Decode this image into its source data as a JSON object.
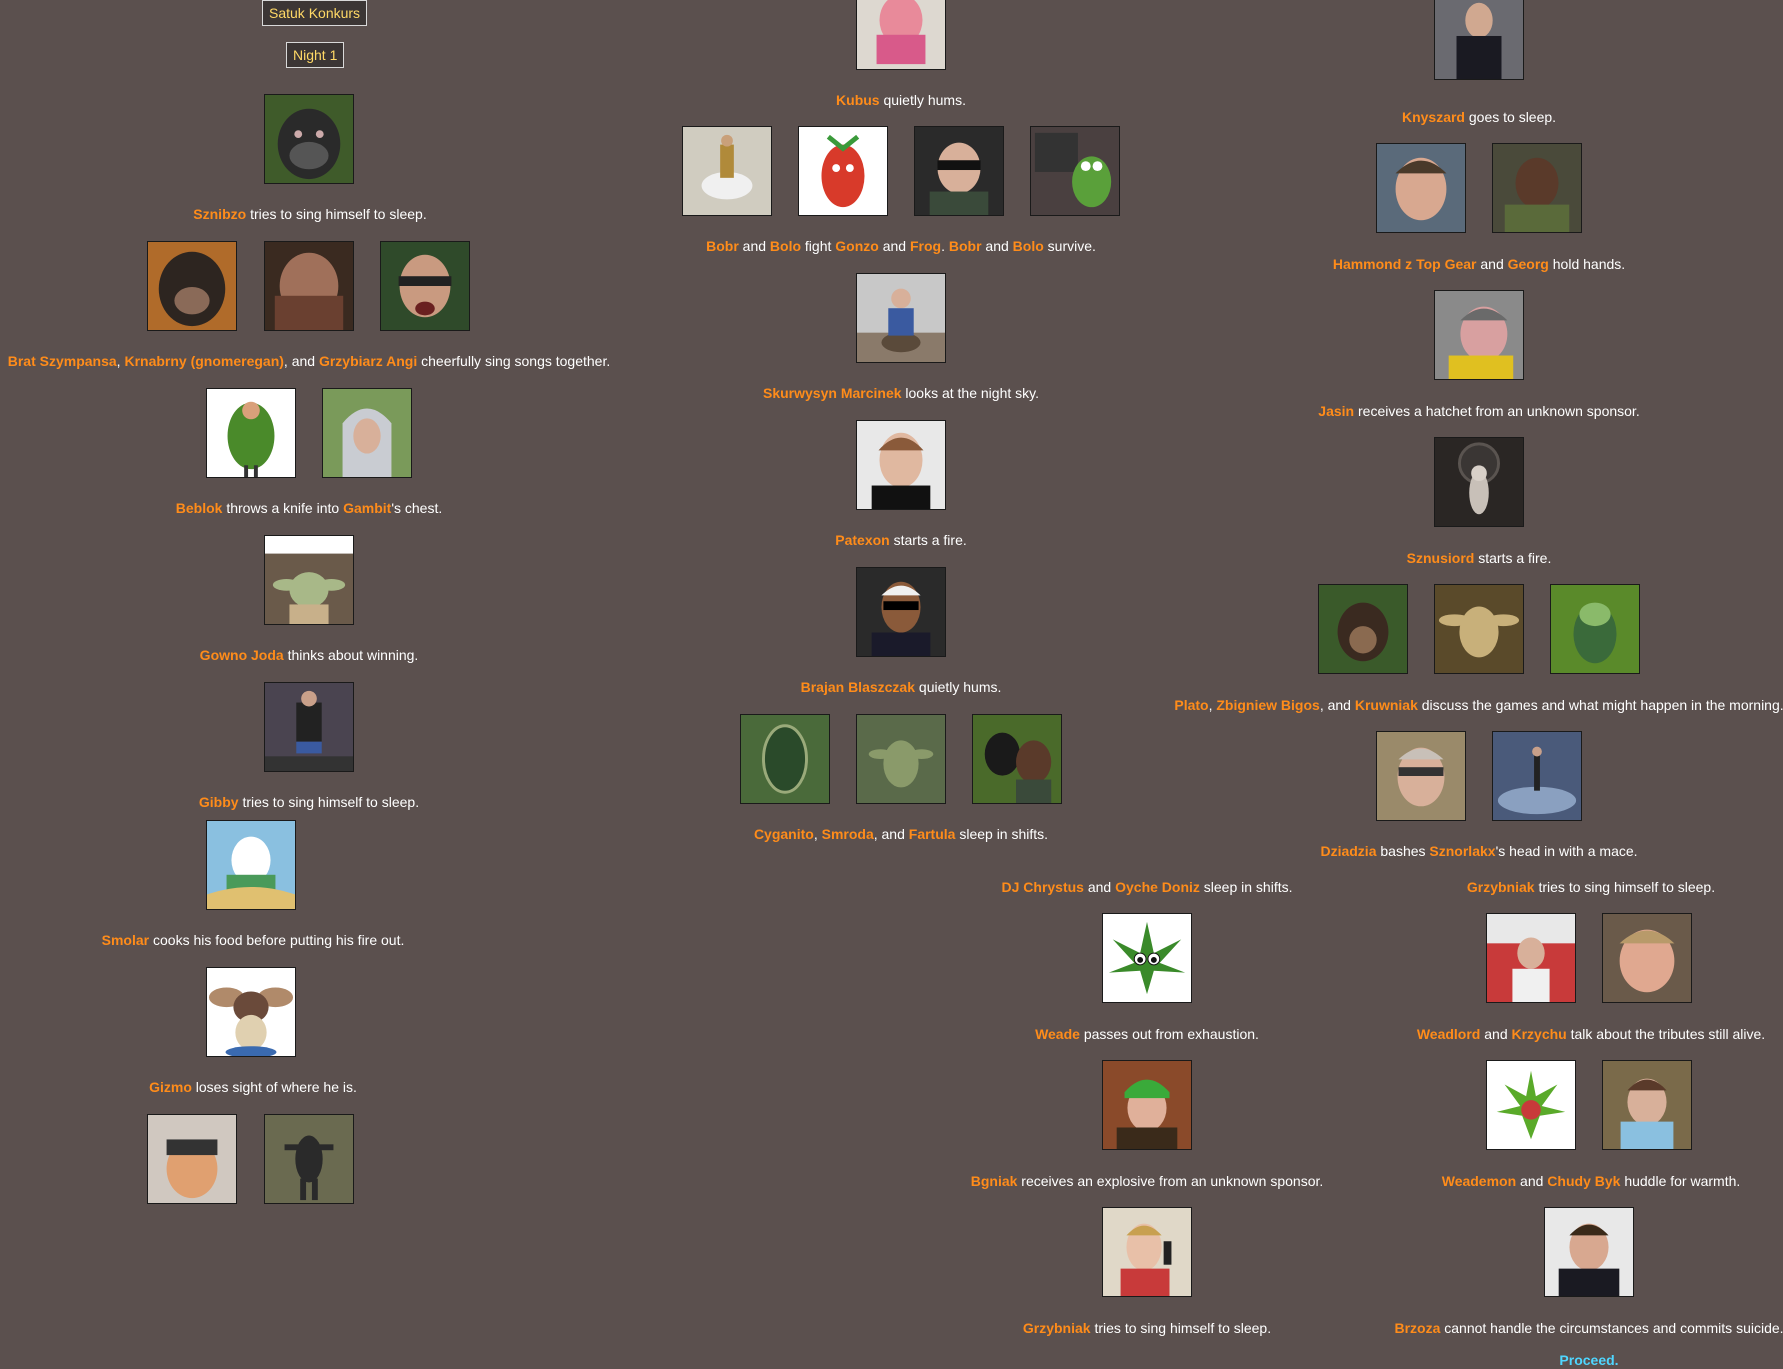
{
  "header": {
    "game_title": "Satuk Konkurs",
    "phase": "Night 1"
  },
  "events": {
    "e1": {
      "a": "Sznibzo",
      "t1": " tries to sing himself to sleep."
    },
    "e2": {
      "a": "Brat Szympansa",
      "s1": ", ",
      "b": "Krnabrny (gnomeregan)",
      "s2": ", and ",
      "c": "Grzybiarz Angi",
      "t1": " cheerfully sing songs together."
    },
    "e3": {
      "a": "Beblok",
      "t1": " throws a knife into ",
      "b": "Gambit",
      "t2": "'s chest."
    },
    "e4": {
      "a": "Gowno Joda",
      "t1": " thinks about winning."
    },
    "e5": {
      "a": "Gibby",
      "t1": " tries to sing himself to sleep."
    },
    "e6": {
      "a": "Smolar",
      "t1": " cooks his food before putting his fire out."
    },
    "e7": {
      "a": "Gizmo",
      "t1": " loses sight of where he is."
    },
    "e8": {
      "a": "Kubus",
      "t1": " quietly hums."
    },
    "e9": {
      "a": "Bobr",
      "s1": " and ",
      "b": "Bolo",
      "s2": " fight ",
      "c": "Gonzo",
      "s3": " and ",
      "d": "Frog",
      "s4": ". ",
      "e": "Bobr",
      "s5": " and ",
      "f": "Bolo",
      "t1": " survive."
    },
    "e10": {
      "a": "Skurwysyn Marcinek",
      "t1": " looks at the night sky."
    },
    "e11": {
      "a": "Patexon",
      "t1": " starts a fire."
    },
    "e12": {
      "a": "Brajan Blaszczak",
      "t1": " quietly hums."
    },
    "e13": {
      "a": "Cyganito",
      "s1": ", ",
      "b": "Smroda",
      "s2": ", and ",
      "c": "Fartula",
      "t1": " sleep in shifts."
    },
    "e14": {
      "a": "DJ Chrystus",
      "s1": " and ",
      "b": "Oyche Doniz",
      "t1": " sleep in shifts."
    },
    "e15": {
      "a": "Weade",
      "t1": " passes out from exhaustion."
    },
    "e16": {
      "a": "Bgniak",
      "t1": " receives an explosive from an unknown sponsor."
    },
    "e17": {
      "a": "Grzybniak",
      "t1": " tries to sing himself to sleep."
    },
    "e18": {
      "a": "Knyszard",
      "t1": " goes to sleep."
    },
    "e19": {
      "a": "Hammond z Top Gear",
      "s1": " and ",
      "b": "Georg",
      "t1": " hold hands."
    },
    "e20": {
      "a": "Jasin",
      "t1": " receives a hatchet from an unknown sponsor."
    },
    "e21": {
      "a": "Sznusiord",
      "t1": " starts a fire."
    },
    "e22": {
      "a": "Plato",
      "s1": ", ",
      "b": "Zbigniew Bigos",
      "s2": ", and ",
      "c": "Kruwniak",
      "t1": " discuss the games and what might happen in the morning."
    },
    "e23": {
      "a": "Dziadzia",
      "t1": " bashes ",
      "b": "Sznorlakx",
      "t2": "'s head in with a mace."
    },
    "e24": {
      "a": "Grzybniak",
      "t1": " tries to sing himself to sleep."
    },
    "e25": {
      "a": "Weadlord",
      "s1": " and ",
      "b": "Krzychu",
      "t1": " talk about the tributes still alive."
    },
    "e26": {
      "a": "Weademon",
      "s1": " and ",
      "b": "Chudy Byk",
      "t1": " huddle for warmth."
    },
    "e27": {
      "a": "Brzoza",
      "t1": " cannot handle the circumstances and commits suicide."
    }
  },
  "proceed_label": "Proceed.",
  "colors": {
    "background": "#5b504e",
    "name": "#ff8c1a",
    "title_text": "#ffd966",
    "proceed": "#4fd6ff"
  }
}
